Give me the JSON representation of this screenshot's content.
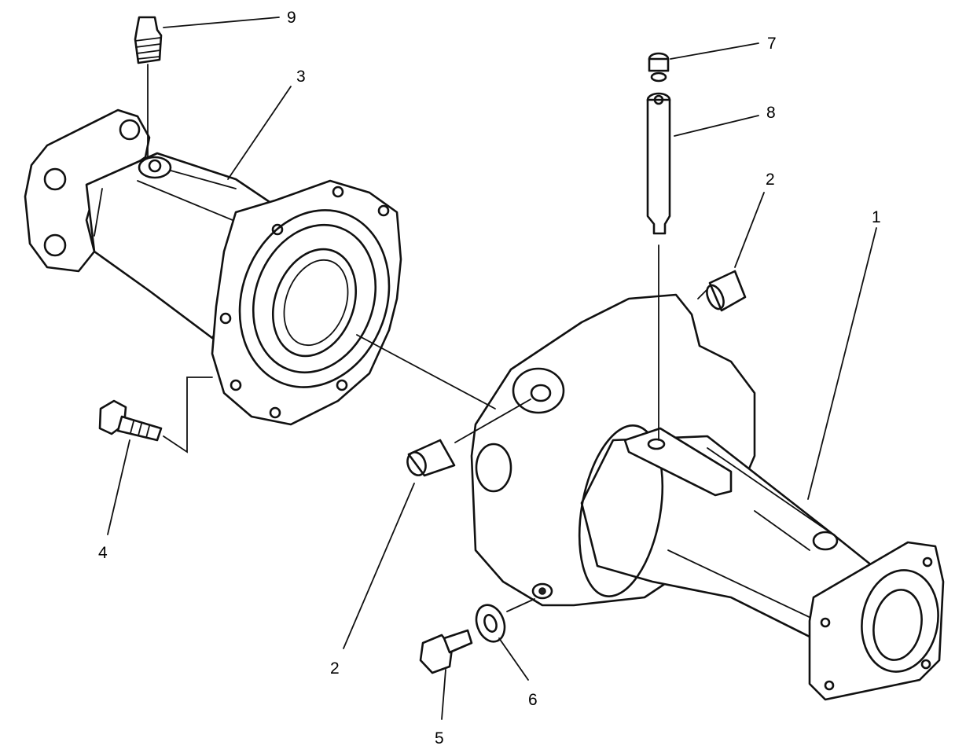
{
  "callouts": [
    {
      "id": "c1",
      "number": "1"
    },
    {
      "id": "c2a",
      "number": "2"
    },
    {
      "id": "c2b",
      "number": "2"
    },
    {
      "id": "c3",
      "number": "3"
    },
    {
      "id": "c4",
      "number": "4"
    },
    {
      "id": "c5",
      "number": "5"
    },
    {
      "id": "c6",
      "number": "6"
    },
    {
      "id": "c7",
      "number": "7"
    },
    {
      "id": "c8",
      "number": "8"
    },
    {
      "id": "c9",
      "number": "9"
    }
  ]
}
